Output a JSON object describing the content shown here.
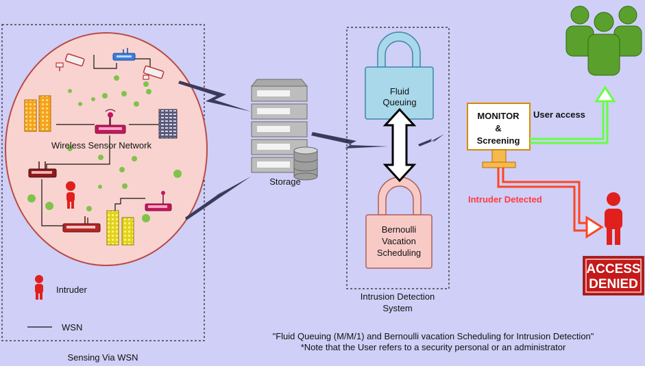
{
  "sensing": {
    "network_label": "Wireless Sensor Network",
    "panel_caption": "Sensing Via WSN",
    "legend": {
      "intruder_label": "Intruder",
      "wsn_label": "WSN"
    }
  },
  "storage": {
    "label": "Storage"
  },
  "ids": {
    "lock_top_label": [
      "Fluid",
      "Queuing"
    ],
    "lock_bottom_label": [
      "Bernoulli",
      "Vacation",
      "Scheduling"
    ],
    "caption": [
      "Intrusion Detection",
      "System"
    ]
  },
  "monitor": {
    "label": [
      "MONITOR",
      "&",
      "Screening"
    ],
    "user_access": "User access",
    "intruder_detected": "Intruder Detected"
  },
  "access_denied": [
    "ACCESS",
    "DENIED"
  ],
  "footer": {
    "line1": "\"Fluid Queuing (M/M/1) and Bernoulli vacation Scheduling for Intrusion Detection\"",
    "line2": "*Note that the User refers to a security personal or an administrator"
  },
  "colors": {
    "background": "#cfcff7",
    "network_fill": "#f9d3d0",
    "lock_top": "#a8d8ea",
    "lock_bottom": "#f7cac6",
    "user_green": "#5aa02c",
    "intruder_red": "#e0201c",
    "access_line": "#66ff44",
    "alert_line": "#ff4422",
    "alert_text": "#ff3b3b"
  }
}
